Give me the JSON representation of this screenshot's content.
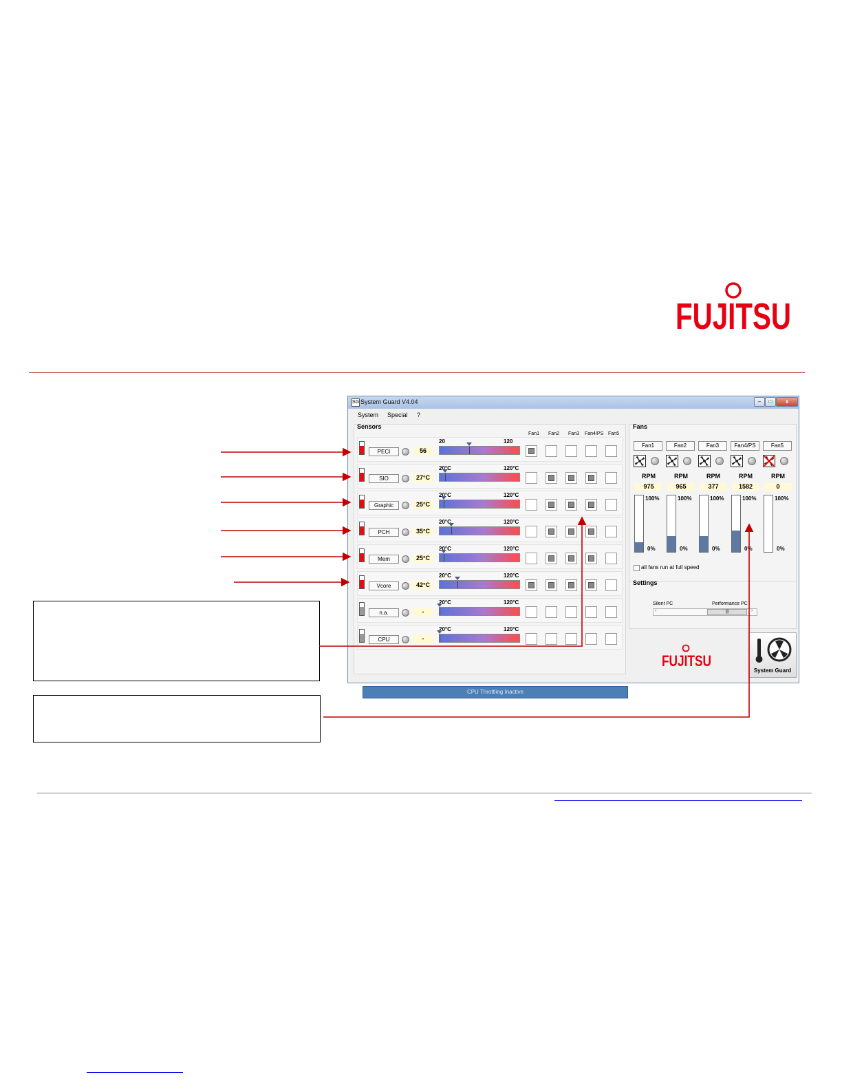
{
  "brand": {
    "logo_text": "FUJITSU",
    "color": "#e60012"
  },
  "window": {
    "title": "System Guard  V4.04",
    "icon_glyph": "SG",
    "controls": {
      "minimize": "–",
      "maximize": "□",
      "close": "x"
    },
    "menu": [
      "System",
      "Special",
      "?"
    ]
  },
  "sensors": {
    "title": "Sensors",
    "fan_headers": [
      "Fan1",
      "Fan2",
      "Fan3",
      "Fan4/PS",
      "Fan5"
    ],
    "rows": [
      {
        "name": "PECI",
        "value": "56",
        "min": "20",
        "max": "120",
        "level": 0.37,
        "active": true,
        "fans": [
          true,
          false,
          false,
          false,
          false
        ]
      },
      {
        "name": "SIO",
        "value": "27°C",
        "min": "20°C",
        "max": "120°C",
        "level": 0.07,
        "active": true,
        "fans": [
          false,
          true,
          true,
          true,
          false
        ]
      },
      {
        "name": "Graphic",
        "value": "25°C",
        "min": "20°C",
        "max": "120°C",
        "level": 0.05,
        "active": true,
        "fans": [
          false,
          true,
          true,
          true,
          false
        ]
      },
      {
        "name": "PCH",
        "value": "35°C",
        "min": "20°C",
        "max": "120°C",
        "level": 0.15,
        "active": true,
        "fans": [
          false,
          true,
          true,
          true,
          false
        ]
      },
      {
        "name": "Mem",
        "value": "25°C",
        "min": "20°C",
        "max": "120°C",
        "level": 0.05,
        "active": true,
        "fans": [
          false,
          true,
          true,
          true,
          false
        ]
      },
      {
        "name": "Vcore",
        "value": "42°C",
        "min": "20°C",
        "max": "120°C",
        "level": 0.22,
        "active": true,
        "fans": [
          true,
          true,
          true,
          true,
          false
        ]
      },
      {
        "name": "n.a.",
        "value": "-",
        "min": "20°C",
        "max": "120°C",
        "level": 0.0,
        "active": false,
        "fans": [
          false,
          false,
          false,
          false,
          false
        ]
      },
      {
        "name": "CPU",
        "value": "-",
        "min": "20°C",
        "max": "120°C",
        "level": 0.0,
        "active": false,
        "fans": [
          false,
          false,
          false,
          false,
          false
        ]
      }
    ],
    "throttle_status": "CPU Throttling Inactive"
  },
  "fans": {
    "title": "Fans",
    "items": [
      {
        "name": "Fan1",
        "rpm_label": "RPM",
        "rpm": "975",
        "top": "100%",
        "bottom": "0%",
        "level": 0.18,
        "failed": false
      },
      {
        "name": "Fan2",
        "rpm_label": "RPM",
        "rpm": "965",
        "top": "100%",
        "bottom": "0%",
        "level": 0.29,
        "failed": false
      },
      {
        "name": "Fan3",
        "rpm_label": "RPM",
        "rpm": "377",
        "top": "100%",
        "bottom": "0%",
        "level": 0.29,
        "failed": false
      },
      {
        "name": "Fan4/PS",
        "rpm_label": "RPM",
        "rpm": "1582",
        "top": "100%",
        "bottom": "0%",
        "level": 0.39,
        "failed": false
      },
      {
        "name": "Fan5",
        "rpm_label": "RPM",
        "rpm": "0",
        "top": "100%",
        "bottom": "0%",
        "level": 0.0,
        "failed": true
      }
    ],
    "full_speed_label": "all fans run at full speed"
  },
  "settings": {
    "title": "Settings",
    "silent_label": "Silent PC",
    "performance_label": "Performance PC",
    "thumb_glyph": "|||",
    "arrow_left": "‹",
    "arrow_right": "›",
    "level": 0.6
  },
  "tile": {
    "label": "System Guard"
  },
  "accent_color": "#c0504d"
}
